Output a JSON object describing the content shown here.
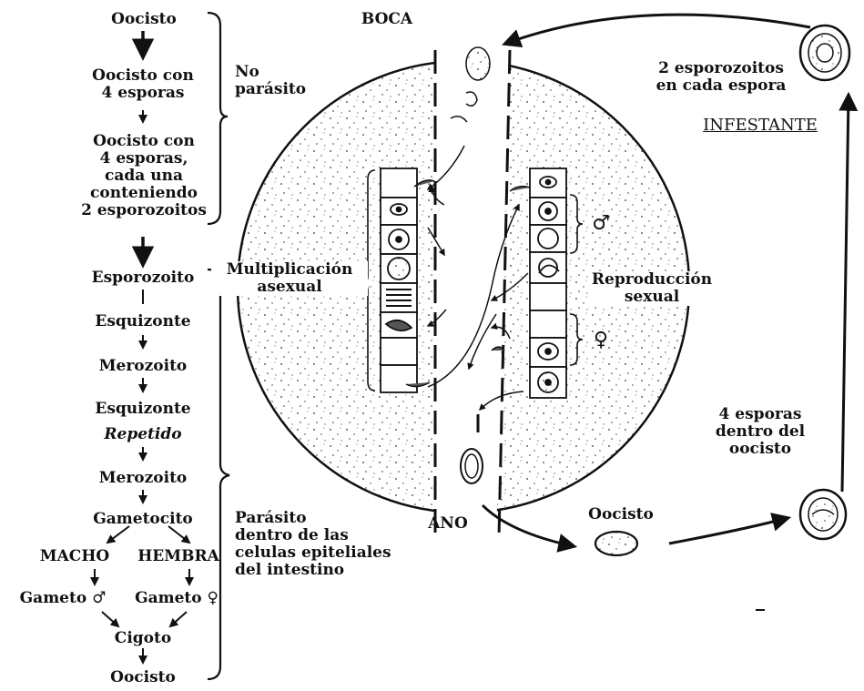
{
  "stages": {
    "oocisto_1": "Oocisto",
    "oocisto_esporas": "Oocisto con\n4 esporas",
    "oocisto_esporozoitos": "Oocisto con\n4 esporas,\ncada una\nconteniendo\n2 esporozoitos",
    "esporozoito": "Esporozoito",
    "esquizonte_1": "Esquizonte",
    "merozoito_1": "Merozoito",
    "esquizonte_2": "Esquizonte",
    "repetido": "Repetido",
    "merozoito_2": "Merozoito",
    "gametocito": "Gametocito",
    "macho": "MACHO",
    "hembra": "HEMBRA",
    "gameto_m": "Gameto ♂",
    "gameto_f": "Gameto ♀",
    "cigoto": "Cigoto",
    "oocisto_2": "Oocisto"
  },
  "brackets": {
    "no_parasito": "No\nparásito",
    "parasito": "Parásito\ndentro de las\ncelulas epiteliales\ndel intestino"
  },
  "intestine": {
    "boca": "BOCA",
    "ano": "ANO",
    "multiplicacion": "Multiplicación\nasexual",
    "reproduccion": "Reproducción\nsexual",
    "male_symbol": "♂",
    "female_symbol": "♀"
  },
  "outer_cycle": {
    "esporozoitos": "2 esporozoitos\nen cada espora",
    "infestante": "INFESTANTE",
    "esporas_dentro": "4 esporas\ndentro del\noocisto",
    "oocisto": "Oocisto"
  }
}
